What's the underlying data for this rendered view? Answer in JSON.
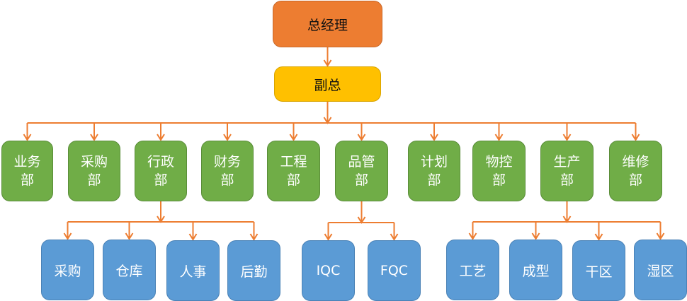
{
  "diagram": {
    "type": "org-chart",
    "connector_color": "#ed7d31",
    "colors": {
      "top": "#ed7d31",
      "vice": "#ffc000",
      "department": "#70ad47",
      "sub_unit": "#5b9bd5"
    },
    "top": {
      "id": "gm",
      "label": "总经理"
    },
    "vice": {
      "id": "vp",
      "label": "副总",
      "parent": "gm"
    },
    "departments": [
      {
        "id": "d1",
        "label": "业务\n部",
        "parent": "vp"
      },
      {
        "id": "d2",
        "label": "采购\n部",
        "parent": "vp"
      },
      {
        "id": "d3",
        "label": "行政\n部",
        "parent": "vp"
      },
      {
        "id": "d4",
        "label": "财务\n部",
        "parent": "vp"
      },
      {
        "id": "d5",
        "label": "工程\n部",
        "parent": "vp"
      },
      {
        "id": "d6",
        "label": "品管\n部",
        "parent": "vp"
      },
      {
        "id": "d7",
        "label": "计划\n部",
        "parent": "vp"
      },
      {
        "id": "d8",
        "label": "物控\n部",
        "parent": "vp"
      },
      {
        "id": "d9",
        "label": "生产\n部",
        "parent": "vp"
      },
      {
        "id": "d10",
        "label": "维修\n部",
        "parent": "vp"
      }
    ],
    "sub_units": [
      {
        "id": "s1",
        "label": "采购",
        "parent": "d3"
      },
      {
        "id": "s2",
        "label": "仓库",
        "parent": "d3"
      },
      {
        "id": "s3",
        "label": "人事",
        "parent": "d3"
      },
      {
        "id": "s4",
        "label": "后勤",
        "parent": "d3"
      },
      {
        "id": "s5",
        "label": "IQC",
        "parent": "d6"
      },
      {
        "id": "s6",
        "label": "FQC",
        "parent": "d6"
      },
      {
        "id": "s7",
        "label": "工艺",
        "parent": "d9"
      },
      {
        "id": "s8",
        "label": "成型",
        "parent": "d9"
      },
      {
        "id": "s9",
        "label": "干区",
        "parent": "d9"
      },
      {
        "id": "s10",
        "label": "湿区",
        "parent": "d9"
      }
    ]
  }
}
